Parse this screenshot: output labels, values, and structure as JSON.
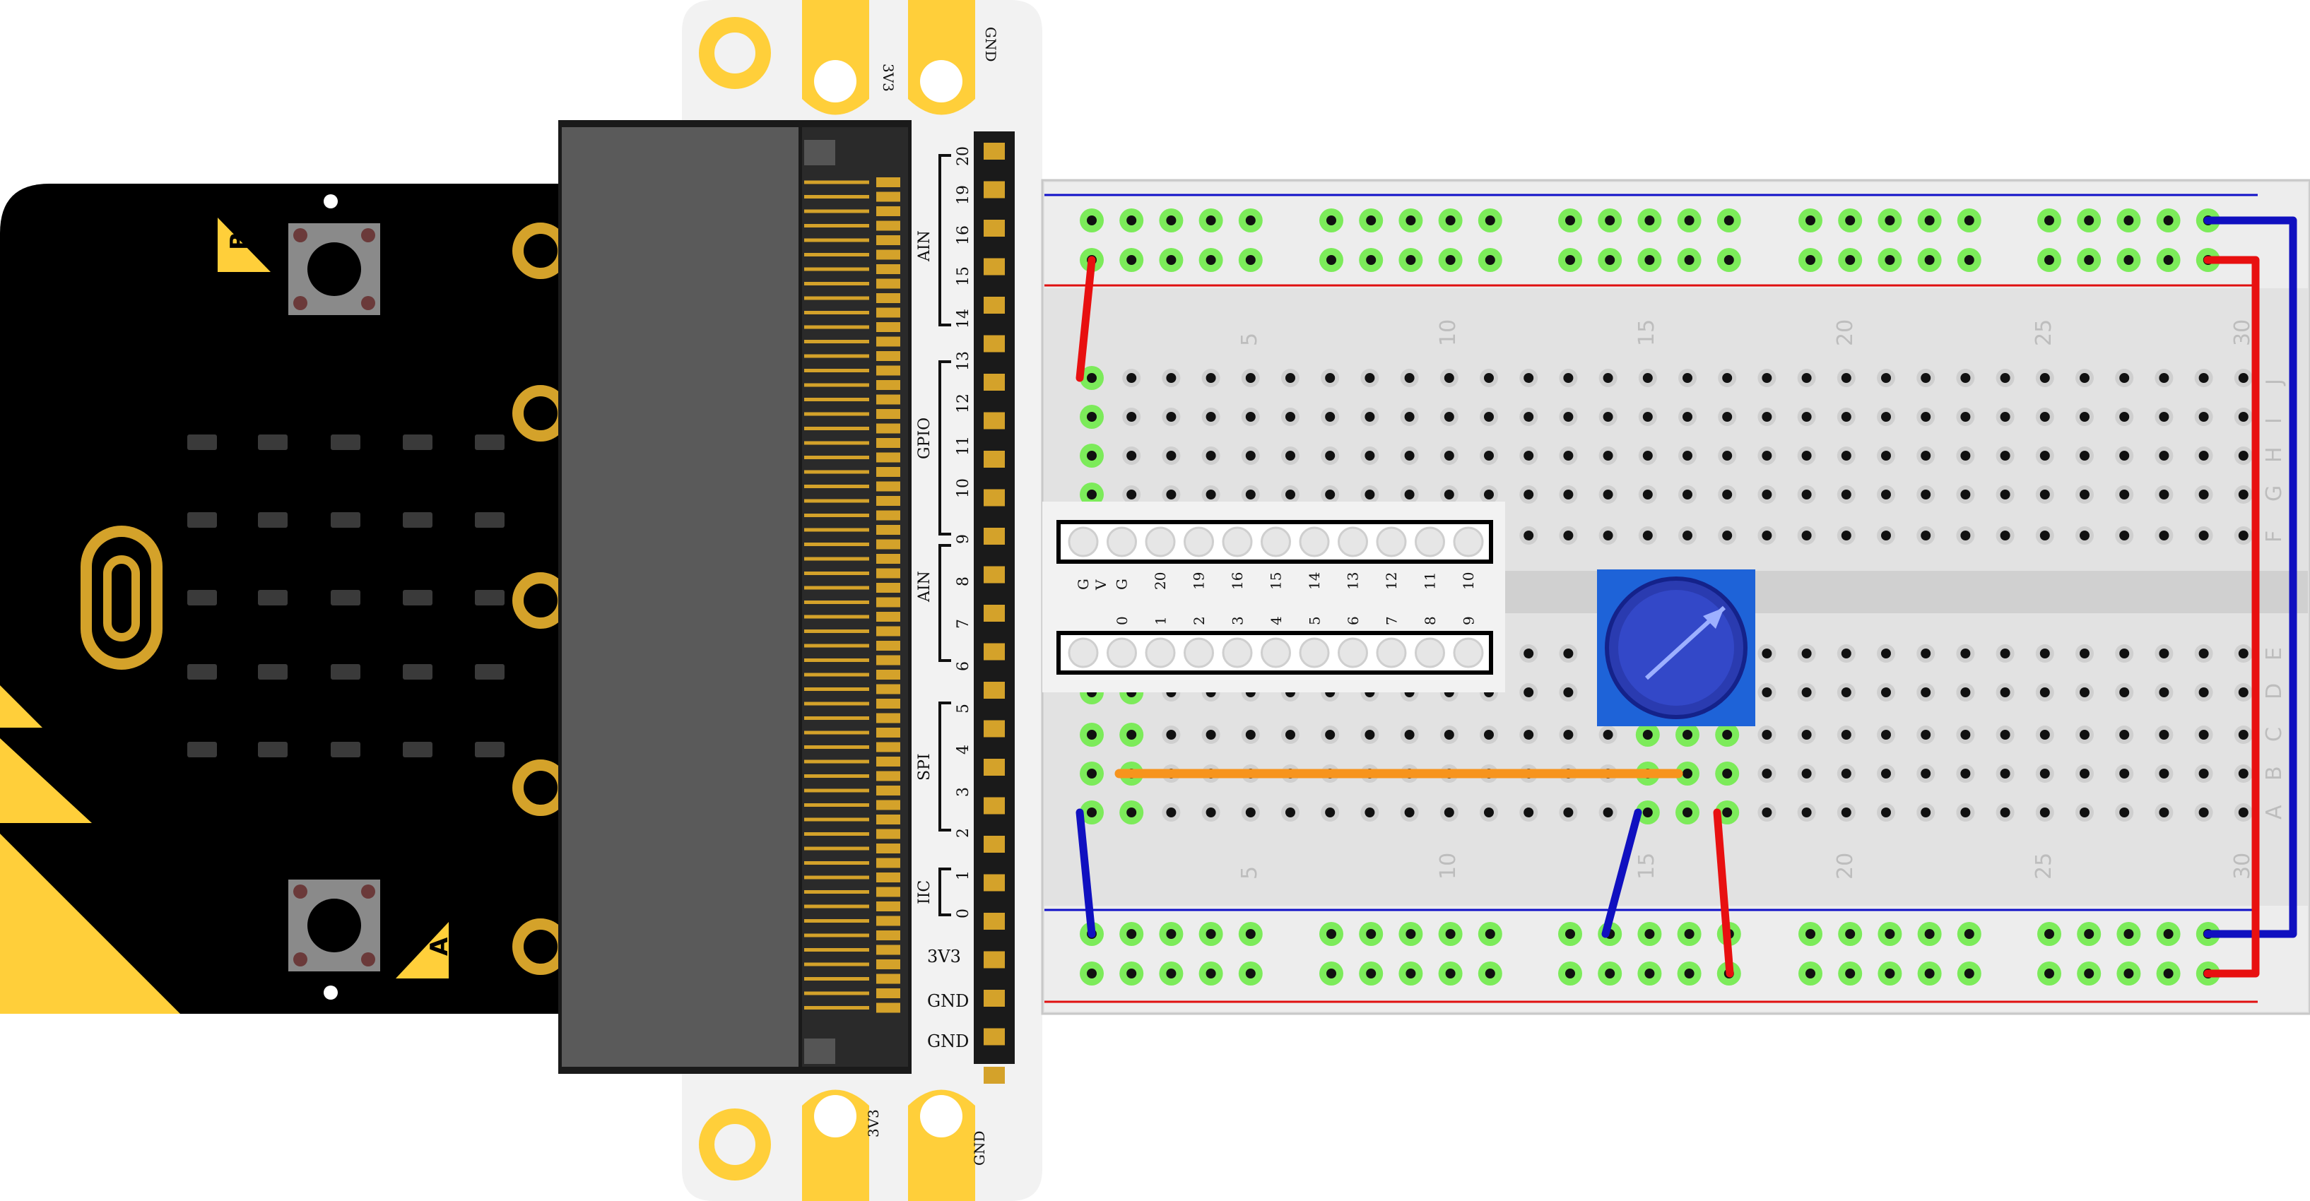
{
  "microbit": {
    "button_a": "A",
    "button_b": "B",
    "colors": {
      "board": "#000000",
      "accent": "#FFCF3A",
      "gold": "#D4A22A"
    }
  },
  "adapter": {
    "top_pads": [
      "3V3",
      "GND"
    ],
    "bottom_pads": [
      "3V3",
      "GND"
    ],
    "pin_numbers": [
      "20",
      "19",
      "16",
      "15",
      "14",
      "13",
      "12",
      "11",
      "10",
      "9",
      "8",
      "7",
      "6",
      "5",
      "4",
      "3",
      "2",
      "1",
      "0"
    ],
    "group_labels": [
      "AIN",
      "GPIO",
      "AIN",
      "SPI",
      "IIC"
    ],
    "power_labels": [
      "3V3",
      "GND",
      "GND"
    ],
    "header_top_labels": [
      "G",
      "V",
      "G",
      "20",
      "19",
      "16",
      "15",
      "14",
      "13",
      "12",
      "11",
      "10"
    ],
    "header_bottom_labels": [
      "0",
      "1",
      "2",
      "3",
      "4",
      "5",
      "6",
      "7",
      "8",
      "9"
    ]
  },
  "breadboard": {
    "column_numbers": [
      "5",
      "10",
      "15",
      "20",
      "25",
      "30"
    ],
    "row_letters_top": [
      "J",
      "I",
      "H",
      "G",
      "F"
    ],
    "row_letters_bottom": [
      "E",
      "D",
      "C",
      "B",
      "A"
    ],
    "colors": {
      "body": "#E5E5E5",
      "rail_blue": "#1010C8",
      "rail_red": "#E01010",
      "active_hole": "#7CEB5A"
    }
  },
  "potentiometer": {
    "color": "#1E63D8"
  },
  "wires": [
    {
      "name": "red-power-wire-left",
      "color": "#E81010"
    },
    {
      "name": "blue-ground-wire-left",
      "color": "#1010C0"
    },
    {
      "name": "orange-signal-wire",
      "color": "#F7941D"
    },
    {
      "name": "blue-pot-ground-wire",
      "color": "#1010C0"
    },
    {
      "name": "red-pot-power-wire",
      "color": "#E81010"
    },
    {
      "name": "blue-rail-bridge-wire",
      "color": "#1010C0"
    },
    {
      "name": "red-rail-bridge-wire",
      "color": "#E81010"
    }
  ]
}
